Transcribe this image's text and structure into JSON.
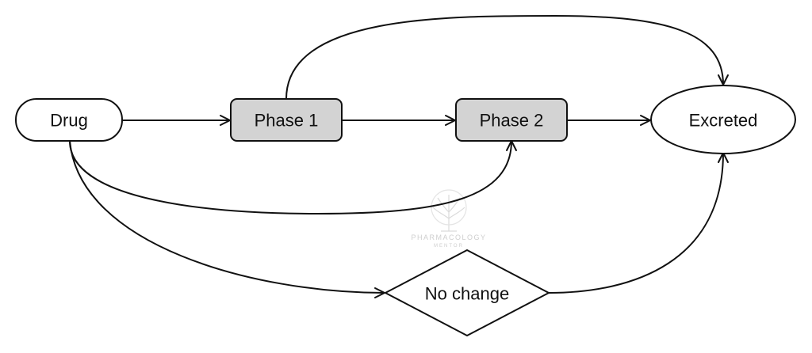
{
  "nodes": {
    "drug": {
      "label": "Drug"
    },
    "phase1": {
      "label": "Phase 1"
    },
    "phase2": {
      "label": "Phase 2"
    },
    "excreted": {
      "label": "Excreted"
    },
    "no_change": {
      "label": "No change"
    }
  },
  "watermark": {
    "line1": "PHARMACOLOGY",
    "line2": "MENTOR"
  },
  "colors": {
    "phase_fill": "#d3d3d3",
    "stroke": "#111111",
    "background": "#ffffff"
  }
}
